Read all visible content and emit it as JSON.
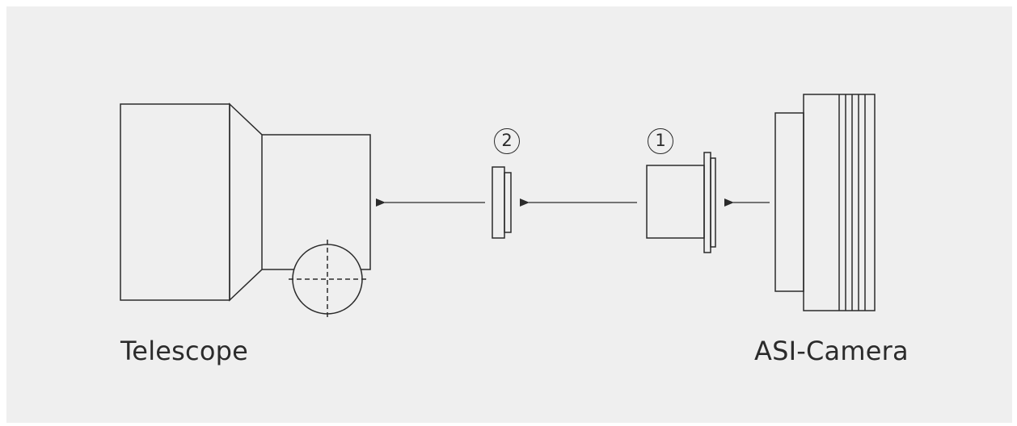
{
  "labels": {
    "telescope": "Telescope",
    "camera": "ASI-Camera"
  },
  "markers": {
    "part_1": "1",
    "part_2": "2"
  },
  "colors": {
    "background": "#efefef",
    "stroke": "#2b2b2b"
  }
}
